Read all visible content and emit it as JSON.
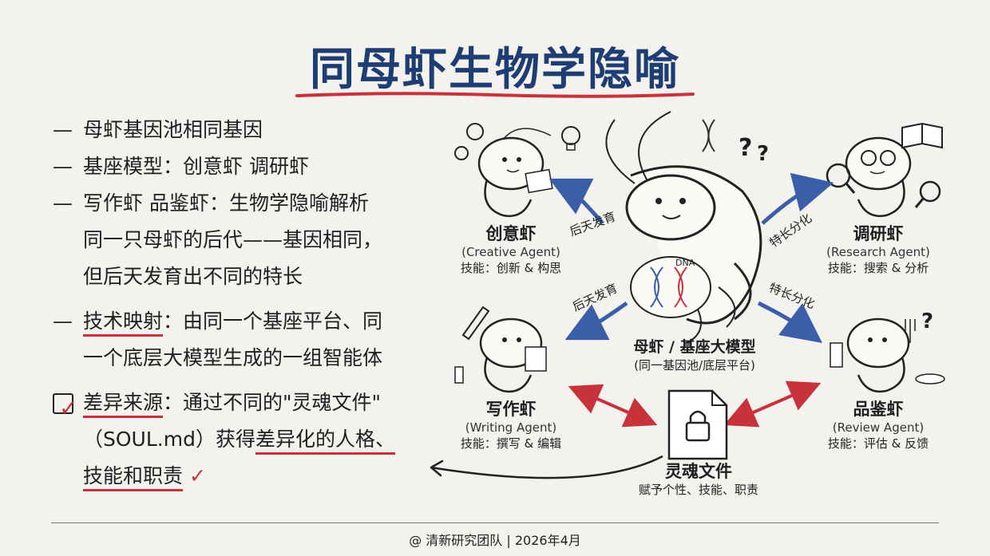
{
  "title": "同母虾生物学隐喻",
  "bullets": {
    "b1": "母虾基因池相同基因",
    "b2": "基座模型：创意虾 调研虾",
    "b3_l1": "写作虾 品鉴虾：生物学隐喻解析",
    "b3_l2": "同一只母虾的后代——基因相同，",
    "b3_l3": "但后天发育出不同的特长",
    "b4_key": "技术映射",
    "b4_rest": "：由同一个基座平台、同",
    "b4_l2": "一个底层大模型生成的一组智能体",
    "b5_key": "差异来源",
    "b5_rest": "：通过不同的\"灵魂文件\"",
    "b5_l2a": "（SOUL.md）获得",
    "b5_l2b": "差异化的人格、",
    "b5_l3": "技能和职责",
    "dash": "—",
    "tick": "✓"
  },
  "diagram": {
    "creative": {
      "name": "创意虾",
      "en": "(Creative Agent)",
      "skill": "技能：创新 & 构思"
    },
    "research": {
      "name": "调研虾",
      "en": "(Research Agent)",
      "skill": "技能：搜索 & 分析"
    },
    "writing": {
      "name": "写作虾",
      "en": "(Writing Agent)",
      "skill": "技能：撰写 & 编辑"
    },
    "review": {
      "name": "品鉴虾",
      "en": "(Review Agent)",
      "skill": "技能：评估 & 反馈"
    },
    "mother": {
      "name": "母虾 / 基座大模型",
      "sub": "(同一基因池/底层平台)"
    },
    "soul": {
      "name": "灵魂文件",
      "sub": "赋予个性、技能、职责"
    },
    "arrow_acquired_1": "后天发育",
    "arrow_acquired_2": "后天发育",
    "arrow_special_1": "特长分化",
    "arrow_special_2": "特长分化",
    "dna": "DNA",
    "question": "?"
  },
  "footer": "@ 清新研究团队 | 2026年4月",
  "colors": {
    "title": "#1e3d73",
    "accent_red": "#c8323a",
    "arrow_blue": "#3a5fa8"
  }
}
